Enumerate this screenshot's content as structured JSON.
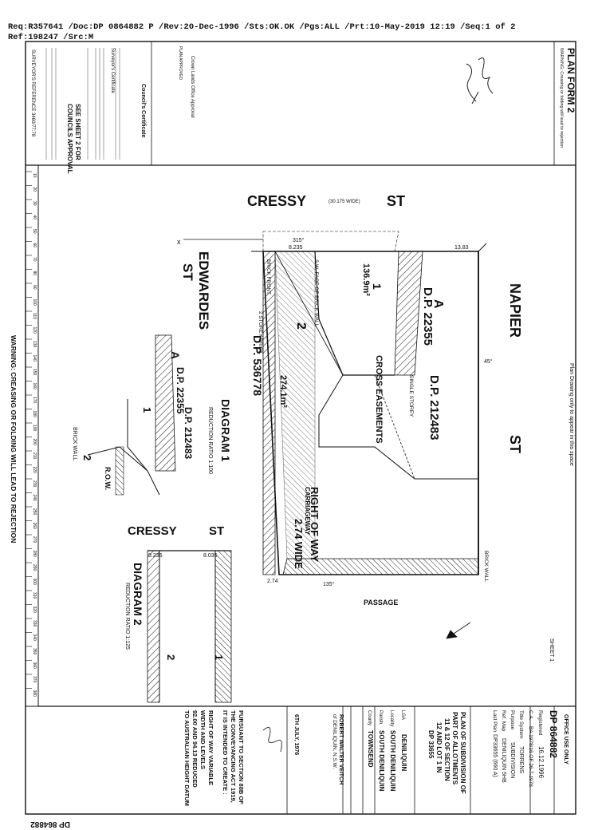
{
  "header": {
    "line1": "Req:R357641 /Doc:DP 0864882 P /Rev:20-Dec-1996 /Sts:OK.OK /Pgs:ALL /Prt:10-May-2019 12:19 /Seq:1 of 2",
    "line2": "Ref:198247 /Src:M"
  },
  "form": {
    "title": "PLAN FORM 2",
    "instructions": "WARNING: Creasing or folding will lead to rejection",
    "space_note": "Plan Drawing only to appear in this space",
    "warning_bottom": "WARNING: CREASING OR FOLDING WILL LEAD TO REJECTION",
    "sheet": "SHEET 1",
    "surveyors_reference": "SURVEYOR'S REFERENCE  3460/77:78"
  },
  "left_panel": {
    "councils_certificate": "Council's Certificate",
    "crown_lands": "Crown Lands Office Approval",
    "plan_approved": "PLAN APPROVED",
    "see_sheet": "SEE SHEET 2 FOR",
    "council_approval": "COUNCILS APPROVAL",
    "surveyors_certificate": "Surveyor's Certificate"
  },
  "plan": {
    "street_top": "CRESSY",
    "street_top_suffix": "ST",
    "street_top_width": "(30.175 WIDE)",
    "street_right": "NAPIER",
    "street_right_suffix": "ST",
    "street_left": "EDWARDES",
    "street_left_suffix": "ST",
    "passage": "PASSAGE",
    "lot_1": "1",
    "lot_2": "2",
    "lot_1_area": "136.9m²",
    "lot_2_area": "274.1m²",
    "dp_a": "A",
    "dp_22355": "D.P. 22355",
    "dp_212483": "D.P. 212483",
    "dp_536778": "D.P. 536778",
    "right_of_way": "RIGHT OF WAY",
    "row_width": "2.74 WIDE",
    "row_label": "R.O.W.",
    "carriageway": "CARRIAGEWAY",
    "cross_easements": "CROSS EASEMENTS",
    "brick_front": "BRICK FRONT",
    "brick_wall": "BRICK WALL",
    "single_storey": "SINGLE STOREY",
    "two_storey": "2 STOREY BRICK",
    "sw_face": "S.W. FACE OF BRICK WALL",
    "dim_8235": "8.235",
    "dim_8035": "8.035",
    "dim_1383": "13.83",
    "dim_274": "2.74",
    "bearing_135": "135°",
    "bearing_315": "315°",
    "bearing_45": "45°"
  },
  "diagram1": {
    "title": "DIAGRAM 1",
    "ratio": "REDUCTION RATIO 1:100"
  },
  "diagram2": {
    "title": "DIAGRAM 2",
    "ratio": "REDUCTION RATIO 1:125",
    "street": "CRESSY",
    "street_suffix": "ST"
  },
  "right_panel": {
    "office_use": "OFFICE USE ONLY",
    "dp_number": "DP 864882",
    "registered_label": "Registered",
    "registered_date": "16.12.1996",
    "ca_label": "C.A.",
    "ca_value": "BA 1978/16 OF 26-7-1976",
    "title_system_label": "Title System",
    "title_system": "TORRENS",
    "purpose_label": "Purpose",
    "purpose": "SUBDIVISION",
    "ref_map_label": "Ref. Map",
    "ref_map": "DENILIQUIN 5HB",
    "last_plan_label": "Last Plan",
    "last_plan": "DP33655 (660 A)",
    "plan_title_1": "PLAN OF SUBDIVISION OF",
    "plan_title_2": "PART OF ALLOTMENTS",
    "plan_title_3": "11 & 12 OF SECTION",
    "plan_title_4": "12 AND LOT 1 IN",
    "plan_title_5": "DP 33655",
    "lga_label": "LGA",
    "lga": "DENILIQUIN",
    "locality_label": "Locality",
    "locality": "SOUTH DENILIQUIN",
    "parish_label": "Parish",
    "parish": "SOUTH DENILIQUIN",
    "county_label": "County",
    "county": "TOWNSEND",
    "surveyor": "ROBERT WALTER VEITCH",
    "surveyor_place": "of DENILIQUIN, N.S.W.",
    "survey_date": "6TH JULY, 1976",
    "pursuant_1": "PURSUANT TO SECTION 88B OF",
    "pursuant_2": "THE CONVEYANCING ACT 1919,",
    "pursuant_3": "IT IS INTENDED TO CREATE :",
    "row_variable_1": "RIGHT OF WAY VARIABLE",
    "row_variable_2": "WIDTH AND LEVELS",
    "row_variable_3": "92.00 AND 94.13 REDUCED",
    "row_variable_4": "TO AUSTRALIAN HEIGHT DATUM",
    "dp_bottom": "DP 864882"
  },
  "scale_bar": [
    "10",
    "20",
    "30",
    "40",
    "50",
    "60",
    "70",
    "80",
    "90",
    "100",
    "110",
    "120",
    "130",
    "140",
    "150",
    "160",
    "170",
    "180",
    "190",
    "200",
    "210",
    "220",
    "230",
    "240",
    "250",
    "260",
    "270",
    "280",
    "290",
    "300",
    "310",
    "320",
    "330",
    "340",
    "350",
    "360",
    "370",
    "380"
  ]
}
